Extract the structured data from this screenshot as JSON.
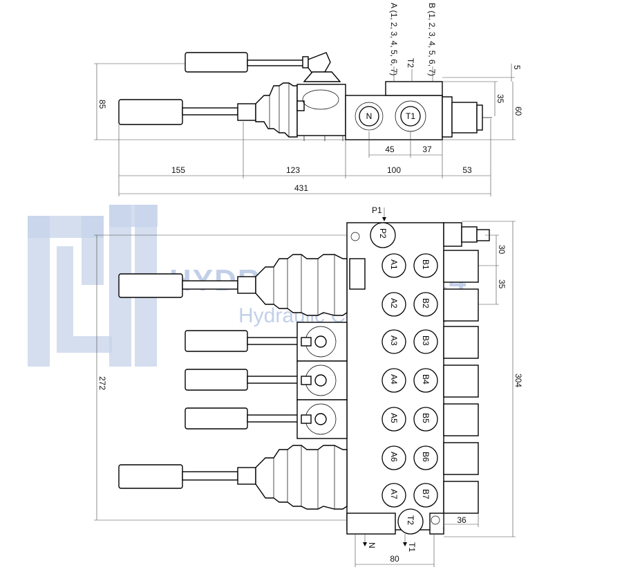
{
  "watermark": {
    "brand": "HYDROTECHNIK24",
    "tagline": "Hydraulic Components"
  },
  "top_view": {
    "port_labels": {
      "a_ports": "A (1, 2, 3, 4, 5, 6, 7)",
      "b_ports": "B (1, 2, 3, 4, 5, 6, 7)",
      "t2": "T2",
      "n": "N",
      "t1": "T1"
    },
    "dimensions": {
      "height_85": "85",
      "d5": "5",
      "d35": "35",
      "d60": "60",
      "d45": "45",
      "d37": "37",
      "d155": "155",
      "d123": "123",
      "d100": "100",
      "d53": "53",
      "total_431": "431"
    }
  },
  "front_view": {
    "inlet_label": "P1",
    "inlet_port": "P2",
    "sections": [
      {
        "a": "A1",
        "b": "B1"
      },
      {
        "a": "A2",
        "b": "B2"
      },
      {
        "a": "A3",
        "b": "B3"
      },
      {
        "a": "A4",
        "b": "B4"
      },
      {
        "a": "A5",
        "b": "B5"
      },
      {
        "a": "A6",
        "b": "B6"
      },
      {
        "a": "A7",
        "b": "B7"
      }
    ],
    "outlet_port": "T2",
    "outlet_n": "N",
    "outlet_t1": "T1",
    "dimensions": {
      "d30": "30",
      "d35": "35",
      "d304": "304",
      "d272": "272",
      "d36": "36",
      "d80": "80"
    }
  }
}
